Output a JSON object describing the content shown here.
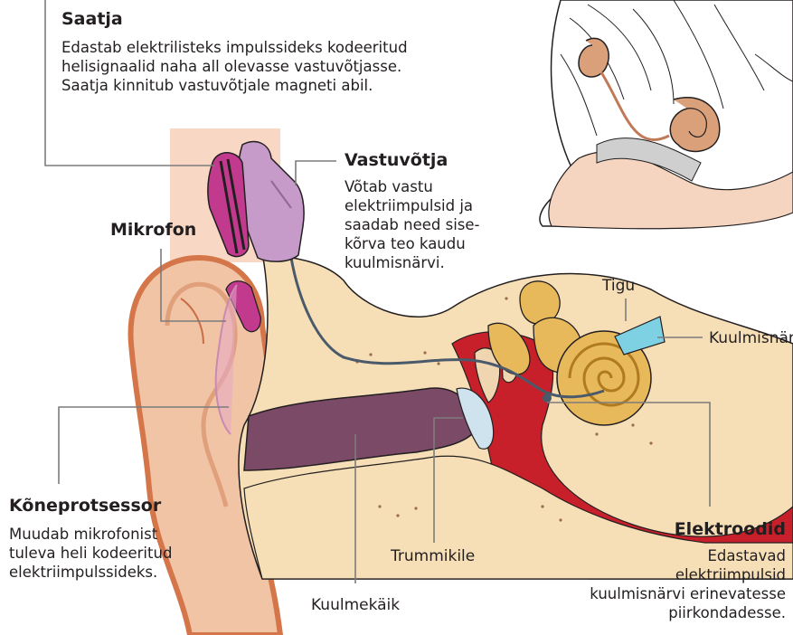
{
  "labels": {
    "saatja": {
      "title": "Saatja",
      "lines": [
        "Edastab elektrilisteks impulssideks kodeeritud",
        "helisignaalid naha all olevasse vastuvõtjasse.",
        "Saatja kinnitub vastuvõtjale magneti abil."
      ]
    },
    "vastuvotja": {
      "title": "Vastuvõtja",
      "lines": [
        "Võtab vastu",
        "elektriimpulsid ja",
        "saadab need sise-",
        "kõrva teo kaudu",
        "kuulmisnärvi."
      ]
    },
    "mikrofon": {
      "title": "Mikrofon"
    },
    "koneprotsessor": {
      "title": "Kõneprotsessor",
      "lines": [
        "Muudab mikrofonist",
        "tuleva heli kodeeritud",
        "elektriimpulssideks."
      ]
    },
    "elektroodid": {
      "title": "Elektroodid",
      "lines": [
        "Edastavad",
        "elektriimpulsid",
        "kuulmisnärvi erinevatesse",
        "piirkondadesse."
      ]
    },
    "tigu": "Tigu",
    "kuulmisnarv": "Kuulmisnärv",
    "trummikile": "Trummikile",
    "kuulmekaik": "Kuulmekäik"
  },
  "colors": {
    "skin": "#f1c4a5",
    "skin_dark": "#e0a07c",
    "ear_outline": "#d4764a",
    "canal": "#7a4a66",
    "bone": "#f6dfb6",
    "cochlea": "#e8b95a",
    "red_tissue": "#c8202a",
    "magenta": "#c23a8e",
    "lilac": "#c69ac9",
    "nerve": "#7ed0e3",
    "callout": "#7c7c7c"
  }
}
